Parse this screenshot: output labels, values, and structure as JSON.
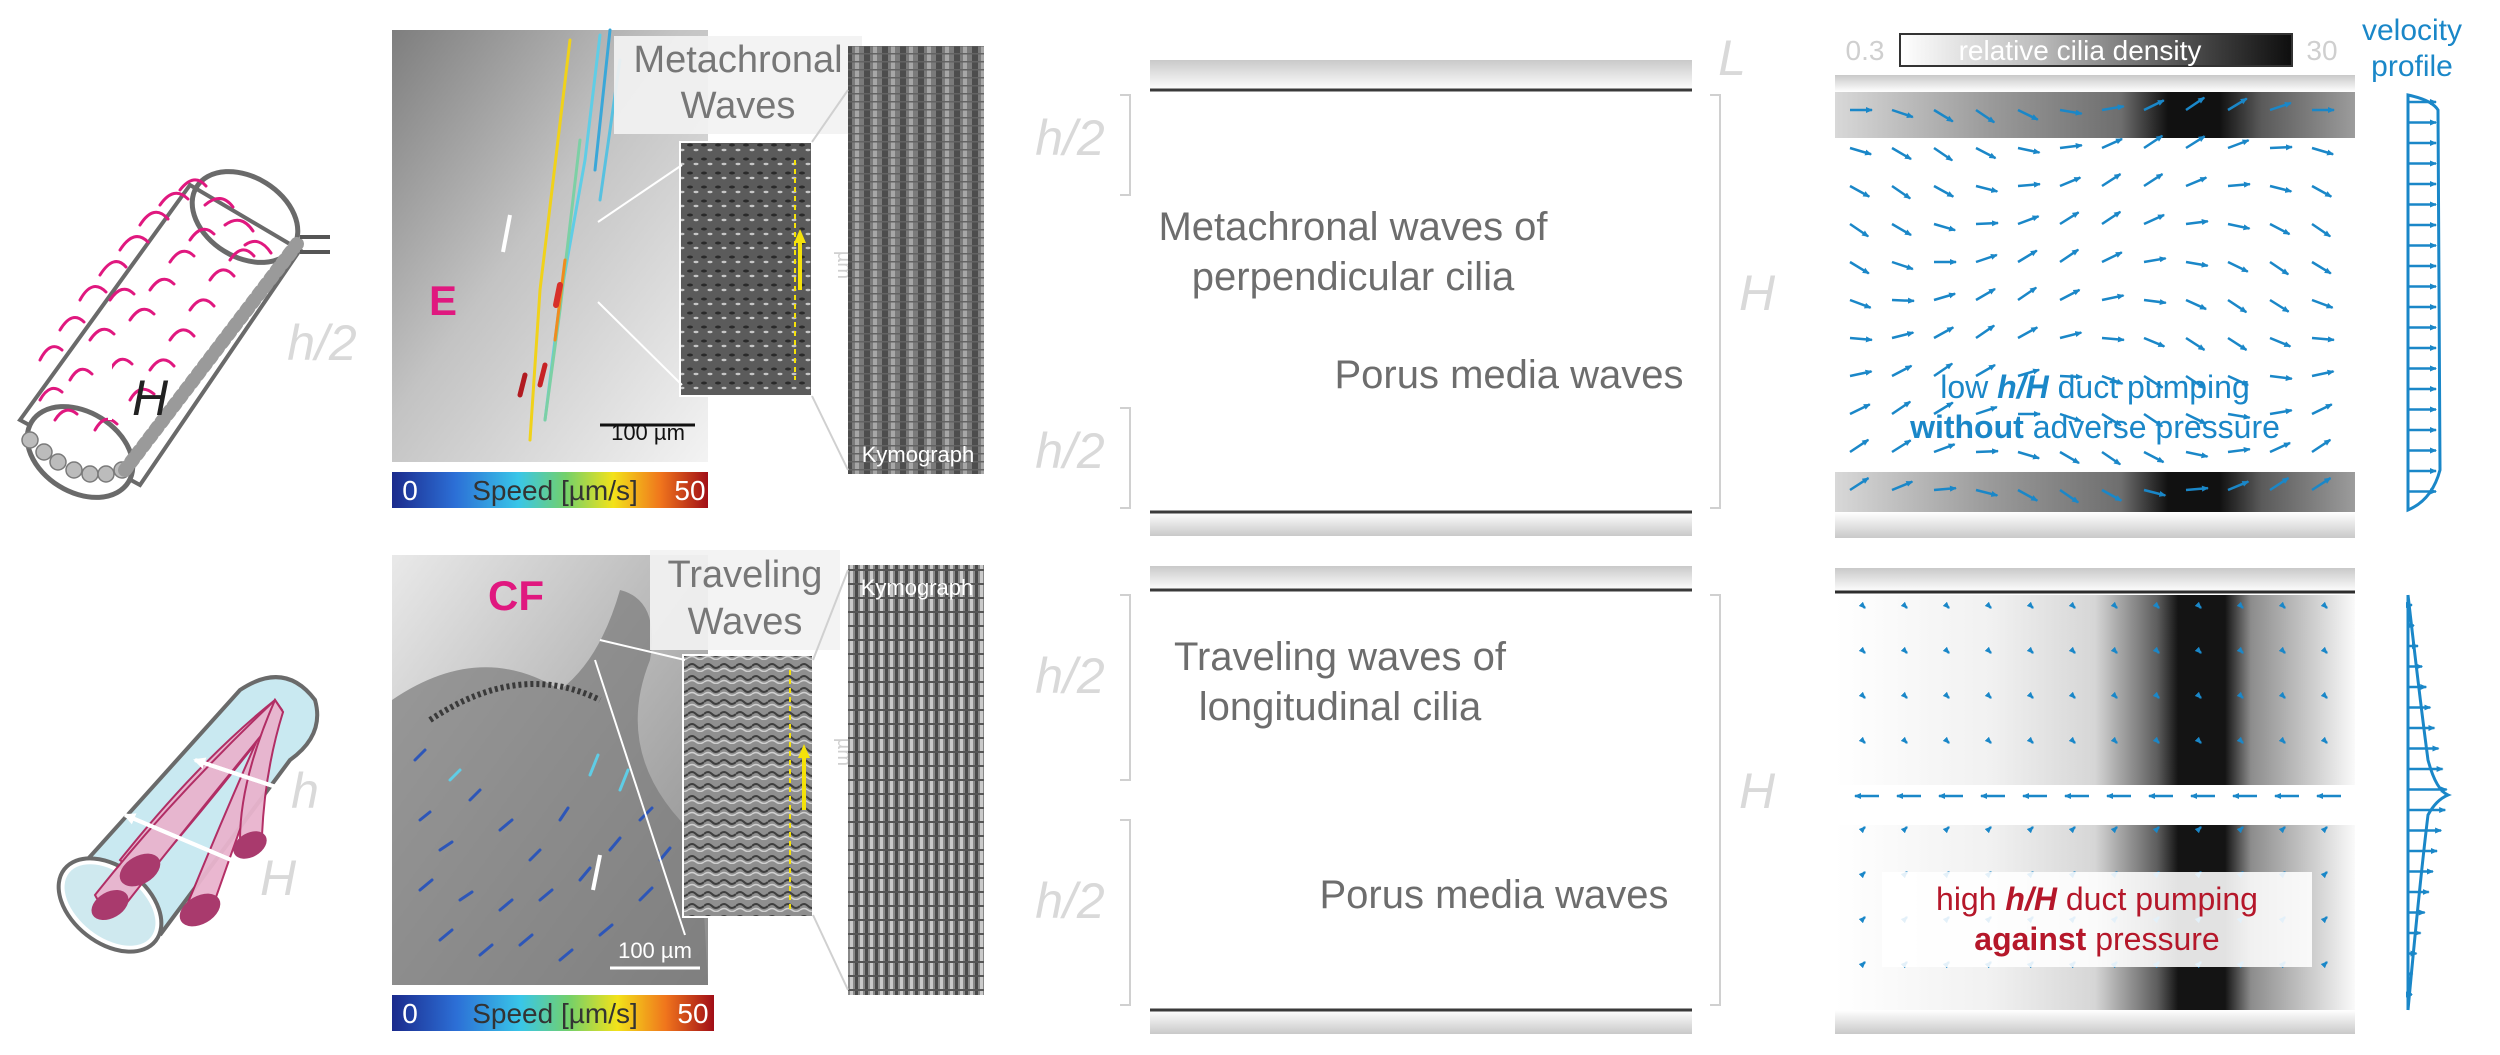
{
  "labels": {
    "h_half": "h/2",
    "H": "H",
    "h": "h",
    "L": "L",
    "E": "E",
    "CF": "CF",
    "metachronal_1": "Metachronal",
    "metachronal_2": "Waves",
    "traveling_1": "Traveling",
    "traveling_2": "Waves",
    "kymograph": "Kymograph",
    "scale_bar": "100 µm",
    "um": "µm",
    "speed_label": "Speed [µm/s]",
    "speed_min": "0",
    "speed_max": "50",
    "top_text_1": "Metachronal waves of",
    "top_text_2": "perpendicular cilia",
    "top_text_3": "Porus media waves",
    "bottom_text_1": "Traveling waves of",
    "bottom_text_2": "longitudinal cilia",
    "bottom_text_3": "Porus media waves",
    "density_min": "0.3",
    "density_label": "relative cilia density",
    "density_max": "30",
    "velocity_1": "velocity",
    "velocity_2": "profile",
    "low_1a": "low ",
    "low_1b": "h/H",
    "low_1c": " duct pumping",
    "low_2a": "without",
    "low_2b": " adverse pressure",
    "high_1a": "high ",
    "high_1b": "h/H",
    "high_1c": " duct pumping",
    "high_2a": "against",
    "high_2b": " pressure"
  },
  "colors": {
    "magenta": "#e0187f",
    "blue": "#1a87c8",
    "gray_text": "#6d6d6d",
    "light_label": "#d9d9d9",
    "red_text": "#b5172a",
    "yellow": "#f5e20a"
  }
}
